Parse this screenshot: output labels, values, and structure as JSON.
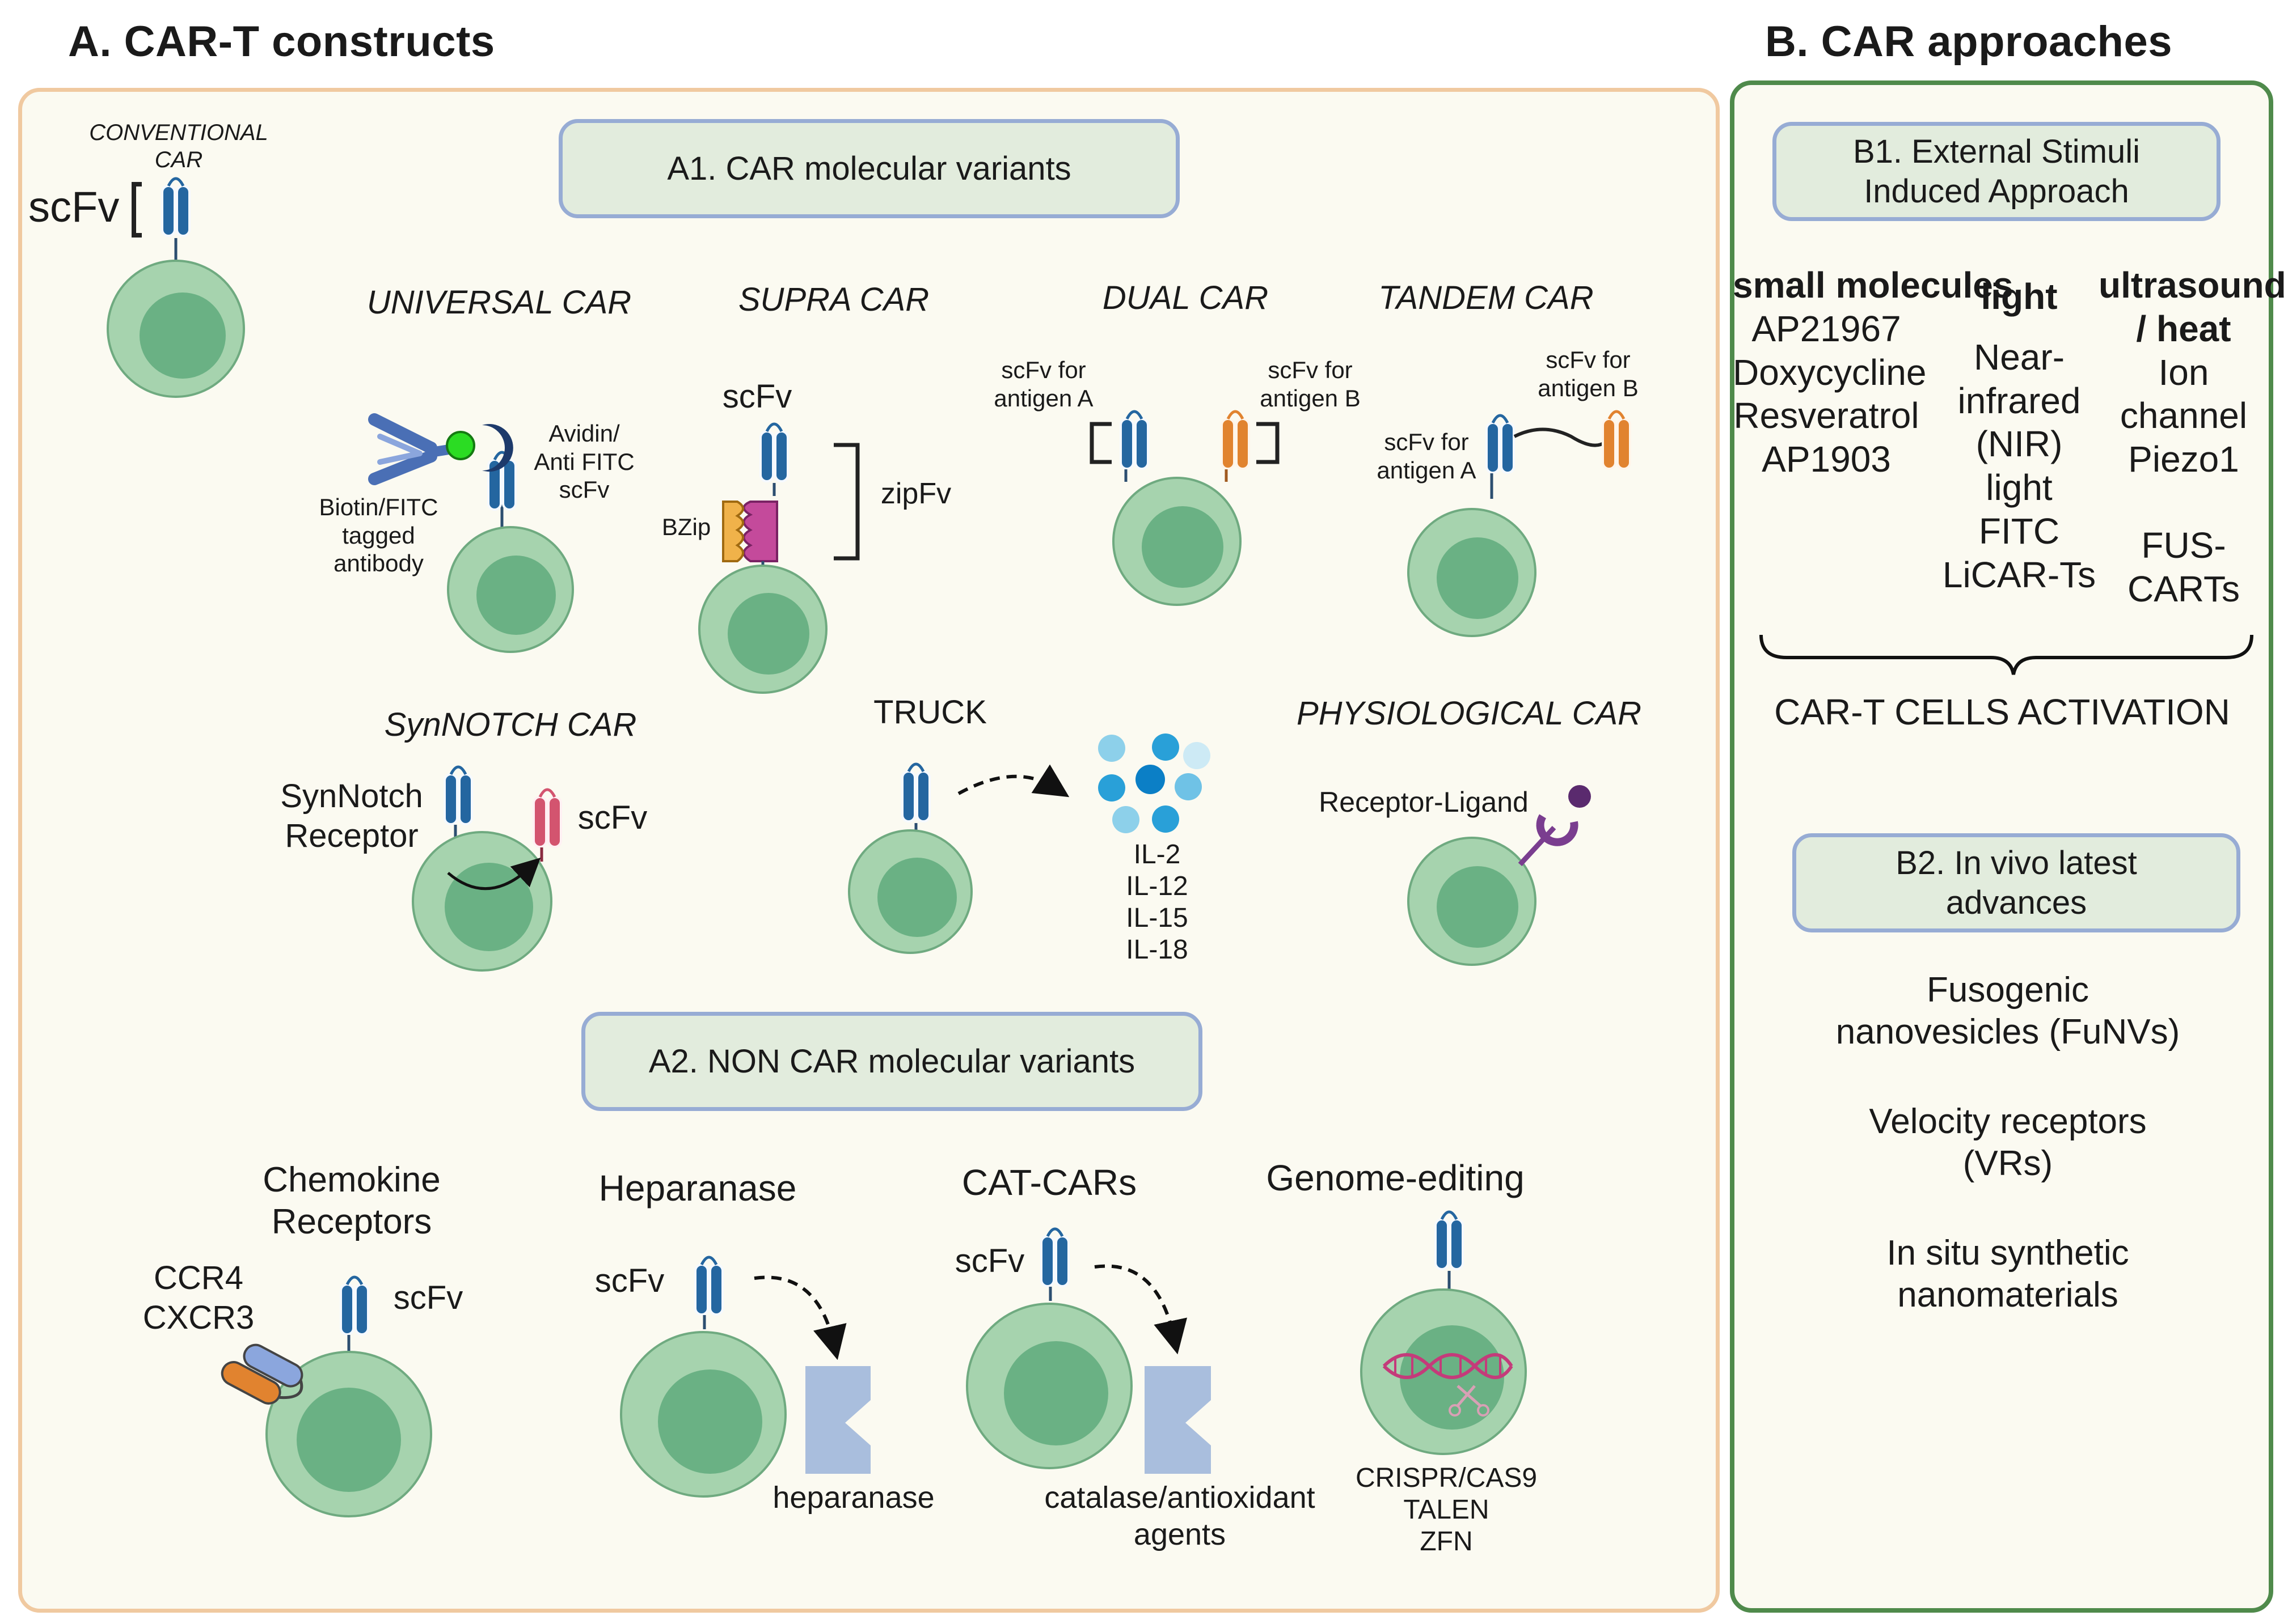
{
  "section_a": {
    "title": "A. CAR-T constructs",
    "a1_label": "A1. CAR molecular variants",
    "a2_label": "A2. NON CAR molecular variants",
    "conventional": {
      "name_line1": "CONVENTIONAL",
      "name_line2": "CAR",
      "scfv": "scFv"
    },
    "universal": {
      "name": "UNIVERSAL CAR",
      "label_left_1": "Biotin/FITC",
      "label_left_2": "tagged",
      "label_left_3": "antibody",
      "label_right_1": "Avidin/",
      "label_right_2": "Anti FITC",
      "label_right_3": "scFv"
    },
    "supra": {
      "name": "SUPRA CAR",
      "scfv": "scFv",
      "bzip": "BZip",
      "zipfv": "zipFv"
    },
    "dual": {
      "name": "DUAL CAR",
      "left_1": "scFv for",
      "left_2": "antigen A",
      "right_1": "scFv for",
      "right_2": "antigen B"
    },
    "tandem": {
      "name": "TANDEM CAR",
      "left_1": "scFv for",
      "left_2": "antigen A",
      "right_1": "scFv for",
      "right_2": "antigen B"
    },
    "synnotch": {
      "name": "SynNOTCH CAR",
      "receptor_1": "SynNotch",
      "receptor_2": "Receptor",
      "scfv": "scFv"
    },
    "truck": {
      "name": "TRUCK",
      "cytokines": [
        "IL-2",
        "IL-12",
        "IL-15",
        "IL-18"
      ]
    },
    "physiological": {
      "name": "PHYSIOLOGICAL CAR",
      "receptor": "Receptor-Ligand"
    },
    "chemokine": {
      "name_1": "Chemokine",
      "name_2": "Receptors",
      "ccr4": "CCR4",
      "cxcr3": "CXCR3",
      "scfv": "scFv"
    },
    "heparanase": {
      "name": "Heparanase",
      "scfv": "scFv",
      "product": "heparanase"
    },
    "catcars": {
      "name": "CAT-CARs",
      "scfv": "scFv",
      "product_1": "catalase/antioxidant",
      "product_2": "agents"
    },
    "genome": {
      "name": "Genome-editing",
      "tools": [
        "CRISPR/CAS9",
        "TALEN",
        "ZFN"
      ]
    }
  },
  "section_b": {
    "title": "B. CAR approaches",
    "b1_label_1": "B1. External Stimuli",
    "b1_label_2": "Induced Approach",
    "stimuli": [
      {
        "heading": "small molecules",
        "items": [
          "AP21967",
          "Doxycycline",
          "Resveratrol",
          "AP1903"
        ]
      },
      {
        "heading": "light",
        "items": [
          "Near-",
          "infrared",
          "(NIR)",
          "light",
          "FITC",
          "LiCAR-Ts"
        ]
      },
      {
        "heading": "ultrasound / heat",
        "items": [
          "Ion",
          "channel",
          "Piezo1",
          "",
          "FUS-",
          "CARTs"
        ]
      }
    ],
    "activation": "CAR-T CELLS ACTIVATION",
    "b2_label_1": "B2. In vivo latest",
    "b2_label_2": "advances",
    "advances": [
      {
        "line1": "Fusogenic",
        "line2": "nanovesicles (FuNVs)"
      },
      {
        "line1": "Velocity receptors",
        "line2": "(VRs)"
      },
      {
        "line1": "In situ synthetic",
        "line2": "nanomaterials"
      }
    ]
  },
  "colors": {
    "cell_outer": "#a6d3ae",
    "cell_inner": "#6ab184",
    "receptor_blue": "#2466a0",
    "receptor_orange": "#e1832f",
    "receptor_pink": "#d3546f",
    "panel_a_border": "#f0c9a0",
    "panel_b_border": "#4f8a4b",
    "label_box_fill": "#e2ecdd",
    "label_box_border": "#97acd4"
  }
}
